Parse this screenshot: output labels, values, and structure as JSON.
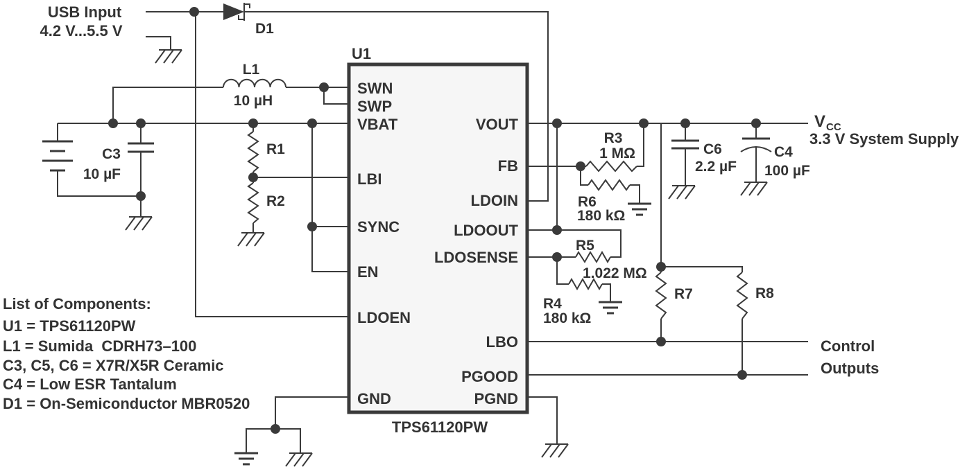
{
  "schematic": {
    "input": {
      "title": "USB Input",
      "range": "4.2 V...5.5 V"
    },
    "diode": {
      "ref": "D1"
    },
    "inductor": {
      "ref": "L1",
      "value": "10 µH"
    },
    "c3": {
      "ref": "C3",
      "value": "10 µF"
    },
    "ic": {
      "ref": "U1",
      "part": "TPS61120PW",
      "pins_left": [
        "SWN",
        "SWP",
        "VBAT",
        "LBI",
        "SYNC",
        "EN",
        "LDOEN",
        "GND"
      ],
      "pins_right": [
        "VOUT",
        "FB",
        "LDOIN",
        "LDOOUT",
        "LDOSENSE",
        "LBO",
        "PGOOD",
        "PGND"
      ]
    },
    "resistors": {
      "r1": {
        "ref": "R1"
      },
      "r2": {
        "ref": "R2"
      },
      "r3": {
        "ref": "R3",
        "value": "1 MΩ"
      },
      "r4": {
        "ref": "R4",
        "value": "180 kΩ"
      },
      "r5": {
        "ref": "R5",
        "value": "1.022 MΩ"
      },
      "r6": {
        "ref": "R6",
        "value": "180 kΩ"
      },
      "r7": {
        "ref": "R7"
      },
      "r8": {
        "ref": "R8"
      }
    },
    "caps": {
      "c6": {
        "ref": "C6",
        "value": "2.2 µF"
      },
      "c4": {
        "ref": "C4",
        "value": "100 µF"
      }
    },
    "output": {
      "vcc_letter": "V",
      "vcc_sub": "CC",
      "vcc_desc": "3.3 V System Supply",
      "control_line1": "Control",
      "control_line2": "Outputs"
    },
    "bom": {
      "title": "List of Components:",
      "items": [
        "U1 = TPS61120PW",
        "L1 = Sumida  CDRH73–100",
        "C3, C5, C6 = X7R/X5R Ceramic",
        "C4 = Low ESR Tantalum",
        "D1 = On-Semiconductor MBR0520"
      ]
    },
    "colors": {
      "line": "#3a3a3a",
      "text": "#333333",
      "bg": "#ffffff"
    }
  }
}
